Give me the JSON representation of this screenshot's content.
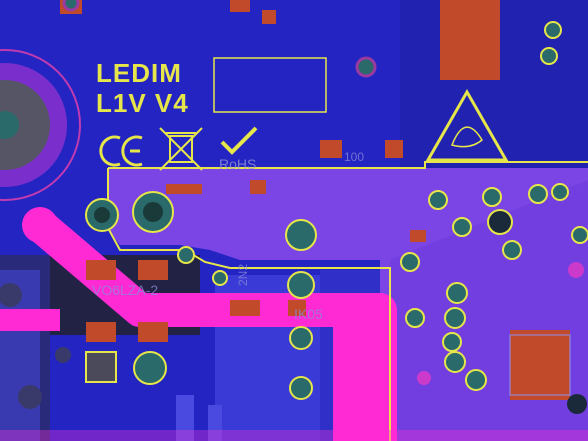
{
  "board": {
    "title_line1": "LEDIM",
    "title_line2": "L1V V4",
    "rohs_text": "RoHS",
    "labels": {
      "part_vo": "VO6LZA-2",
      "part_ik": "IK05",
      "part_2n2": "2N2",
      "part_100": "100"
    },
    "colors": {
      "copper_top": "#8a2fe0",
      "copper_bottom": "#2d2dcc",
      "pour_violet": "#7f3fe6",
      "silkscreen": "#e6e64a",
      "trace_pink": "#ff2ad4",
      "pad_red": "#c04a2a",
      "via_teal": "#2a6a6a"
    }
  }
}
